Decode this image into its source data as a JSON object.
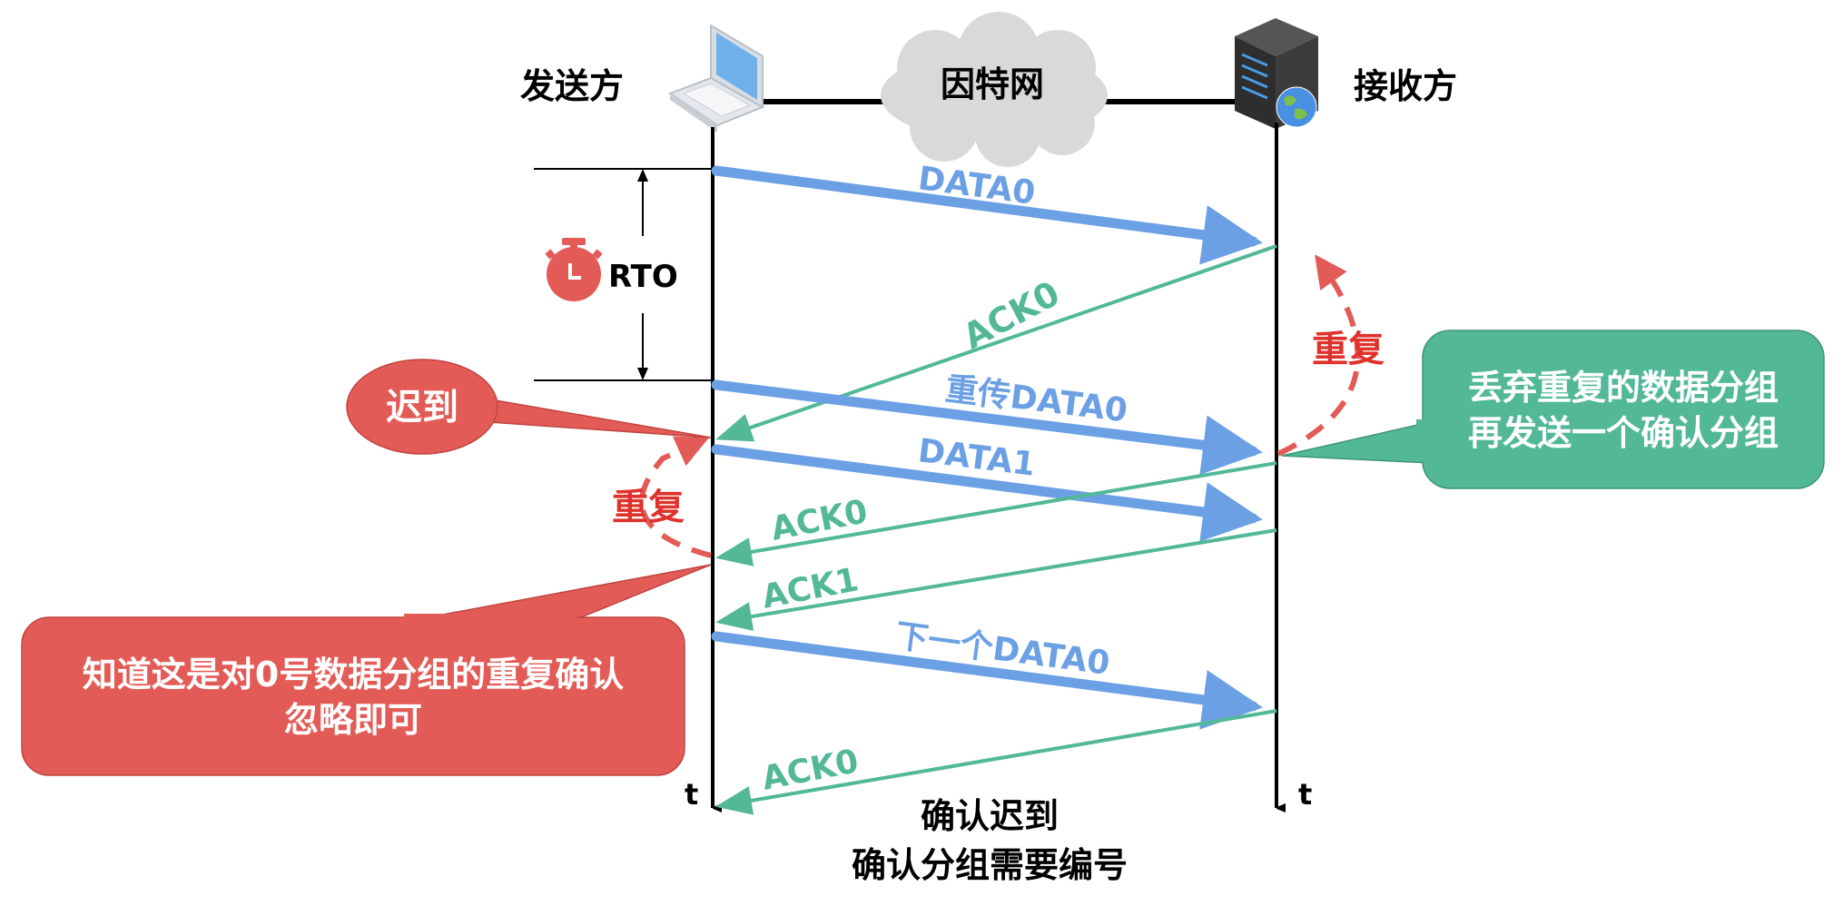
{
  "title": "确认迟到 确认分组需要编号",
  "colors": {
    "data_arrow": "#6CA0E4",
    "ack_arrow": "#52B898",
    "red_accent": "#E35B57",
    "red_text": "#E0322C",
    "callout_red": "#E35B57",
    "callout_green": "#52B898",
    "cloud": "#D9D9D9",
    "line": "#000000"
  },
  "header": {
    "sender_label": "发送方",
    "network_label": "因特网",
    "receiver_label": "接收方",
    "sender_icon": "laptop-icon",
    "network_icon": "cloud-icon",
    "receiver_icon": "server-icon"
  },
  "timer": {
    "icon": "stopwatch-icon",
    "label": "RTO"
  },
  "messages": [
    {
      "label": "DATA0",
      "type": "data",
      "direction": "sender-to-receiver"
    },
    {
      "label": "ACK0",
      "type": "ack",
      "direction": "receiver-to-sender"
    },
    {
      "label": "重传DATA0",
      "type": "data",
      "direction": "sender-to-receiver"
    },
    {
      "label": "DATA1",
      "type": "data",
      "direction": "sender-to-receiver"
    },
    {
      "label": "ACK0",
      "type": "ack",
      "direction": "receiver-to-sender"
    },
    {
      "label": "ACK1",
      "type": "ack",
      "direction": "receiver-to-sender"
    },
    {
      "label": "下一个DATA0",
      "type": "data",
      "direction": "sender-to-receiver"
    },
    {
      "label": "ACK0",
      "type": "ack",
      "direction": "receiver-to-sender"
    }
  ],
  "annotations": {
    "late_bubble": "迟到",
    "duplicate_left": "重复",
    "duplicate_right": "重复",
    "left_callout_line1": "知道这是对0号数据分组的重复确认",
    "left_callout_line2": "忽略即可",
    "right_callout_line1": "丢弃重复的数据分组",
    "right_callout_line2": "再发送一个确认分组"
  },
  "axis": {
    "sender_time": "t",
    "receiver_time": "t"
  },
  "caption": {
    "line1": "确认迟到",
    "line2": "确认分组需要编号"
  }
}
